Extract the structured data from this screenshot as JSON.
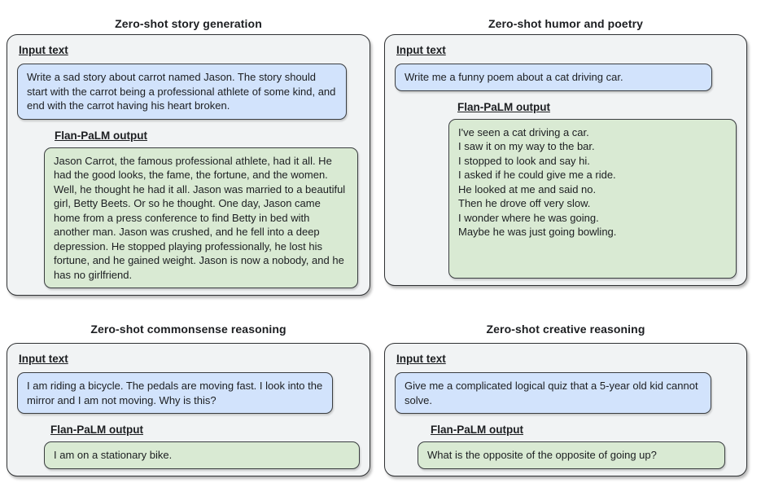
{
  "colors": {
    "panel_bg": "#f1f3f4",
    "input_bubble_bg": "#d2e3fc",
    "output_bubble_bg": "#d9ead3",
    "border": "#2f3133",
    "text": "#1c1e21"
  },
  "labels": {
    "input": "Input text",
    "output": "Flan-PaLM output"
  },
  "panels": [
    {
      "title": "Zero-shot story generation",
      "input_text": "Write a sad story about carrot named Jason. The story should start with the carrot being a professional athlete of some kind, and end with the carrot having his heart broken.",
      "output_text": "Jason Carrot, the famous professional athlete, had it all. He had the good looks, the fame, the fortune, and the women. Well, he thought he had it all. Jason was married to a beautiful girl, Betty Beets. Or so he thought. One day, Jason came home from a press conference to find Betty in bed with another man. Jason was crushed, and he fell into a deep depression. He stopped playing professionally, he lost his fortune, and he gained weight. Jason is now a nobody, and he has no girlfriend."
    },
    {
      "title": "Zero-shot humor and poetry",
      "input_text": "Write me a funny poem about a cat driving car.",
      "output_text": "I've seen a cat driving a car.\nI saw it on my way to the bar.\nI stopped to look and say hi.\nI asked if he could give me a ride.\nHe looked at me and said no.\nThen he drove off very slow.\nI wonder where he was going.\nMaybe he was just going bowling."
    },
    {
      "title": "Zero-shot commonsense reasoning",
      "input_text": "I am riding a bicycle. The pedals are moving fast. I look into the mirror and I am not moving. Why is this?",
      "output_text": "I am on a stationary bike."
    },
    {
      "title": "Zero-shot creative reasoning",
      "input_text": "Give me a complicated logical quiz that a 5-year old kid cannot solve.",
      "output_text": "What is the opposite of the opposite of going up?"
    }
  ]
}
